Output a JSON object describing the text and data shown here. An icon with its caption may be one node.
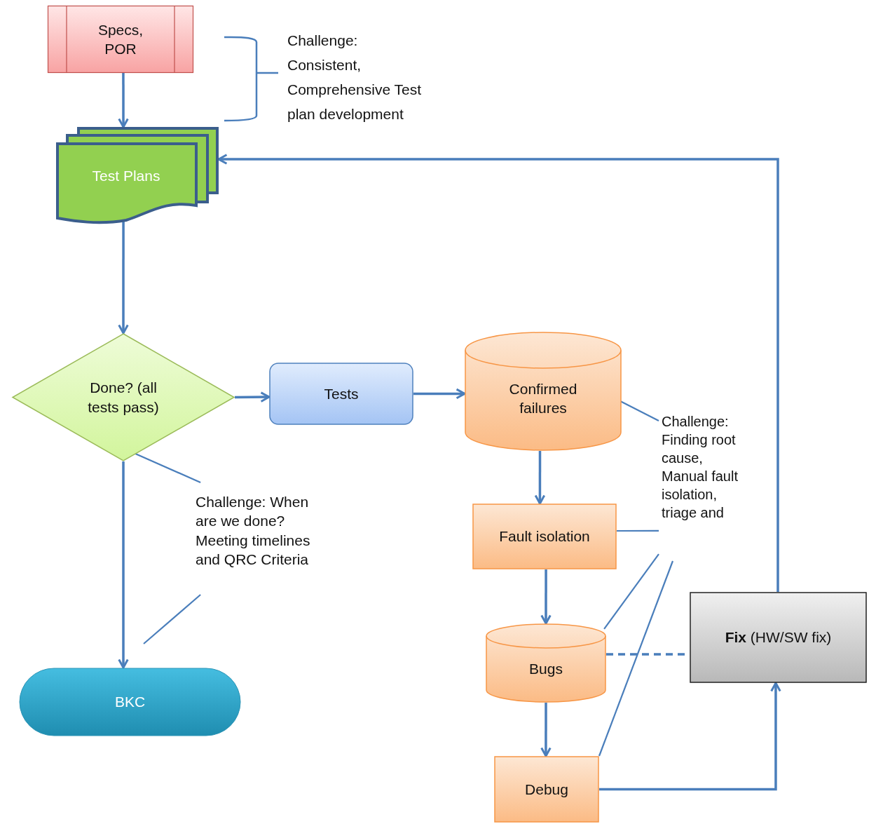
{
  "diagram": {
    "nodes": [
      {
        "text": [
          "Specs, POR"
        ]
      },
      {
        "text": [
          "Test Plans"
        ]
      },
      {
        "text": [
          "Done? (all tests pass)"
        ]
      },
      {
        "text": [
          "Tests"
        ]
      },
      {
        "text": [
          "Confirmed failures"
        ]
      },
      {
        "text": [
          "Fault isolation"
        ]
      },
      {
        "text": [
          "Bugs"
        ]
      },
      {
        "text": [
          "Debug"
        ]
      },
      {
        "text": [
          "**Fix** (HW/SW fix)"
        ]
      },
      {
        "text": [
          "BKC"
        ]
      },
      {
        "text": [
          "Challenge: When are we done? Meeting timelines and QRC Criteria"
        ]
      },
      {
        "text": [
          "Challenge: Finding root cause, Manual fault isolation, triage and"
        ]
      }
    ],
    "edges": [
      {
        "from": 0,
        "to": 1,
        "arrow": "to"
      },
      {
        "from": 1,
        "to": 2,
        "arrow": "to"
      },
      {
        "from": 2,
        "to": 3,
        "arrow": "to"
      },
      {
        "from": 3,
        "to": 4,
        "arrow": "to"
      },
      {
        "from": 4,
        "to": 5,
        "arrow": "to"
      },
      {
        "from": 5,
        "to": 6,
        "arrow": "to"
      },
      {
        "from": 6,
        "to": 7,
        "arrow": "to"
      },
      {
        "from": 7,
        "to": 8,
        "arrow": "to"
      },
      {
        "from": 8,
        "to": 1,
        "arrow": "to"
      },
      {
        "from": 2,
        "to": 9,
        "arrow": "to"
      },
      {
        "from": 6,
        "to": 8,
        "arrow": "none",
        "style": "dashed"
      },
      {
        "from": 10,
        "to": 2,
        "arrow": "none"
      },
      {
        "from": 10,
        "to": null,
        "arrow": "none"
      },
      {
        "from": 11,
        "to": 4,
        "arrow": "none"
      },
      {
        "from": 11,
        "to": 5,
        "arrow": "none"
      },
      {
        "from": 11,
        "to": 6,
        "arrow": "none"
      },
      {
        "from": 11,
        "to": 7,
        "arrow": "none"
      }
    ],
    "labels": [
      "Challenge: Consistent, Comprehensive Test plan development"
    ]
  }
}
